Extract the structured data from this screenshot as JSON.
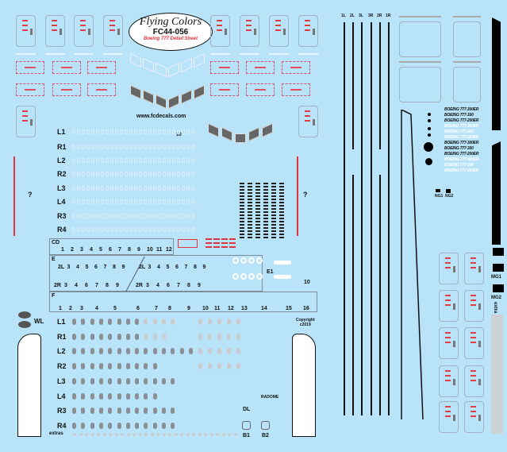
{
  "logo": {
    "brand": "Flying Colors",
    "code": "FC44-056",
    "subtitle": "Boeing 777 Detail Sheet"
  },
  "website": "www.fcdecals.com",
  "copyright": {
    "line1": "Copyright",
    "line2": "c2019"
  },
  "question_mark": "?",
  "cabin_marks_label": "10",
  "window_rows_top": [
    "L1",
    "R1",
    "L2",
    "R2",
    "L3",
    "L4",
    "R3",
    "R4"
  ],
  "window_rows_bottom": [
    "L1",
    "R1",
    "L2",
    "R2",
    "L3",
    "L4",
    "R3",
    "R4"
  ],
  "extras_label": "extras",
  "sections": {
    "cd": {
      "title": "CD",
      "numbers": [
        "1",
        "2",
        "3",
        "4",
        "5",
        "6",
        "7",
        "8",
        "9",
        "10",
        "11",
        "12"
      ]
    },
    "e": {
      "title": "E",
      "row1": [
        "2L",
        "3",
        "4",
        "5",
        "6",
        "7",
        "8",
        "9",
        "2L",
        "3",
        "4",
        "5",
        "6",
        "7",
        "8",
        "9"
      ],
      "row2": [
        "2R",
        "3",
        "4",
        "6",
        "7",
        "8",
        "9",
        "2R",
        "3",
        "4",
        "6",
        "7",
        "8",
        "9"
      ]
    },
    "f": {
      "title": "F",
      "numbers": [
        "1",
        "2",
        "3",
        "4",
        "5",
        "6",
        "7",
        "8",
        "9",
        "10",
        "11",
        "12",
        "13",
        "14",
        "15",
        "16"
      ]
    }
  },
  "e1_label": "E1",
  "e1_ten": "10",
  "wl_label": "WL",
  "radome_label": "RADOME",
  "dl_label": "DL",
  "b_labels": [
    "B1",
    "B2"
  ],
  "door_lines": [
    "1L",
    "2L",
    "3L",
    "3R",
    "2R",
    "1R"
  ],
  "ng_labels": [
    "NG1",
    "NG2"
  ],
  "mg_labels": [
    "MG1",
    "MG2"
  ],
  "extra_label": "extra",
  "boeing_titles": [
    "BOEING 777-300ER",
    "BOEING 777-300",
    "BOEING 777-200ER",
    "BOEING 777-300ER",
    "BOEING 777-300",
    "BOEING 777-200ER",
    "BOEING 777-300ER",
    "BOEING 777-300",
    "BOEING 777-200ER",
    "BOEING 777-300ER",
    "BOEING 777-300",
    "BOEING 777-200ER"
  ]
}
